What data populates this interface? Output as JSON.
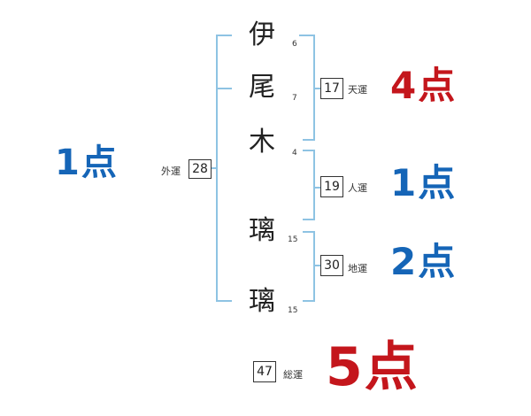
{
  "colors": {
    "bracket": "#8ec3e3",
    "good": "#1565b7",
    "bad": "#c4161c"
  },
  "name_chars": [
    {
      "char": "伊",
      "strokes": "6"
    },
    {
      "char": "尾",
      "strokes": "7"
    },
    {
      "char": "木",
      "strokes": "4"
    },
    {
      "char": "璃",
      "strokes": "15"
    },
    {
      "char": "璃",
      "strokes": "15"
    }
  ],
  "fortunes": {
    "gaiun": {
      "label": "外運",
      "value": "28",
      "score": "1点",
      "color_key": "good"
    },
    "tenun": {
      "label": "天運",
      "value": "17",
      "score": "4点",
      "color_key": "bad"
    },
    "jinun": {
      "label": "人運",
      "value": "19",
      "score": "1点",
      "color_key": "good"
    },
    "chiun": {
      "label": "地運",
      "value": "30",
      "score": "2点",
      "color_key": "good"
    },
    "souun": {
      "label": "総運",
      "value": "47",
      "score": "5点",
      "color_key": "bad"
    }
  }
}
